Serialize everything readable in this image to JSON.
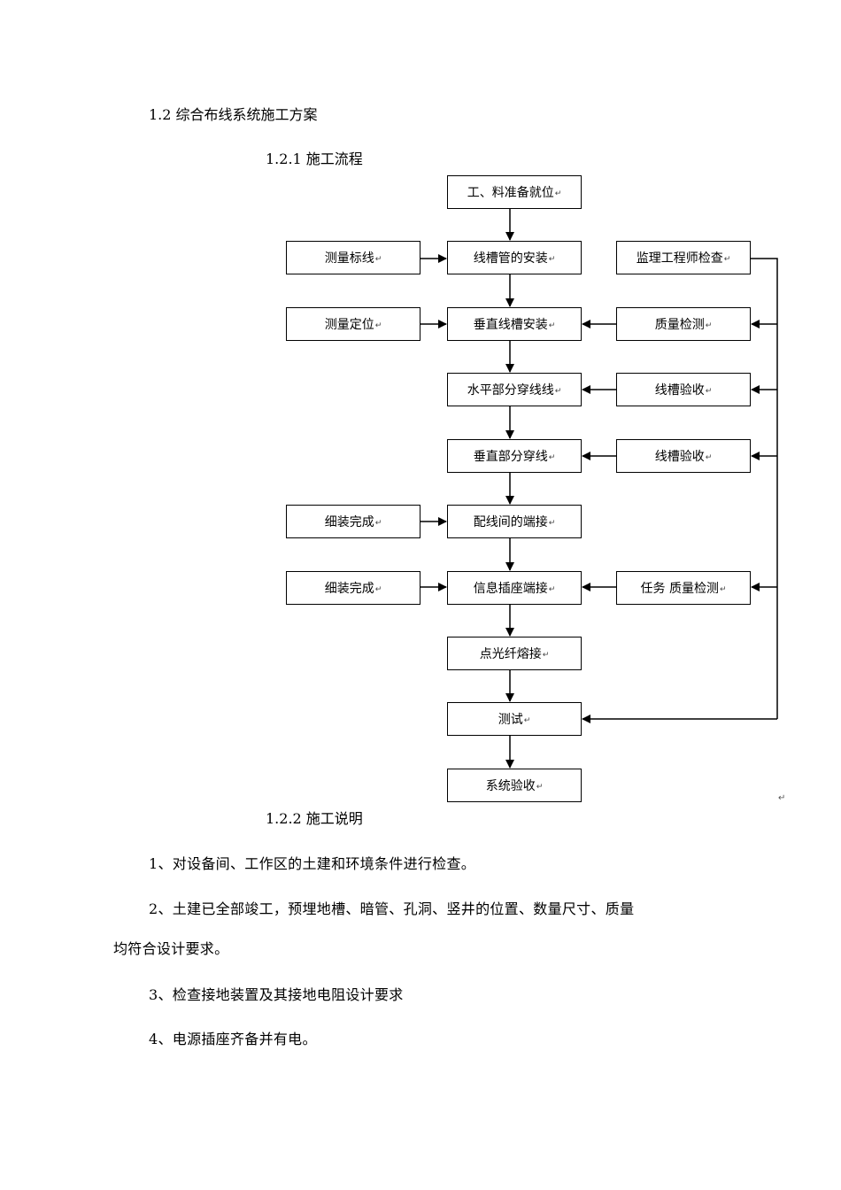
{
  "heading": "1.2 综合布线系统施工方案",
  "subheading_flow": "1.2.1 施工流程",
  "subheading_desc": "1.2.2 施工说明",
  "return_mark": "↵",
  "flow": {
    "main": [
      "工、料准备就位",
      "线槽管的安装",
      "垂直线槽安装",
      "水平部分穿线线",
      "垂直部分穿线",
      "配线间的端接",
      "信息插座端接",
      "点光纤熔接",
      "测试",
      "系统验收"
    ],
    "left": [
      "测量标线",
      "测量定位",
      "细装完成",
      "细装完成"
    ],
    "right": [
      "监理工程师检查",
      "质量检测",
      "线槽验收",
      "线槽验收",
      "任务 质量检测"
    ]
  },
  "paragraphs": [
    "1、对设备间、工作区的土建和环境条件进行检查。",
    "2、土建已全部竣工，预埋地槽、暗管、孔洞、竖井的位置、数量尺寸、质量",
    "均符合设计要求。",
    "3、检查接地装置及其接地电阻设计要求",
    "4、电源插座齐备并有电。"
  ]
}
